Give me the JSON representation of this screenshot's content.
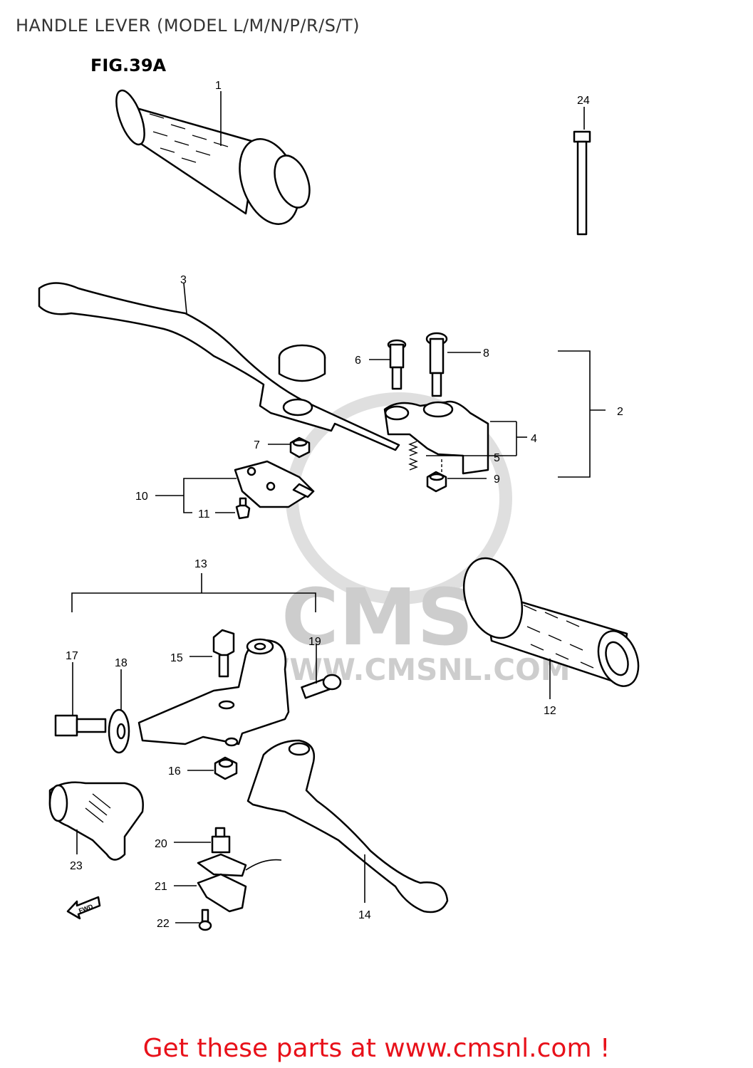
{
  "title": "HANDLE LEVER (MODEL L/M/N/P/R/S/T)",
  "figure_label": "FIG.39A",
  "watermark": {
    "brand": "CMS",
    "url": "WWW.CMSNL.COM"
  },
  "fwd_label": "FWD",
  "callouts": {
    "c1": "1",
    "c2": "2",
    "c3": "3",
    "c4": "4",
    "c5": "5",
    "c6": "6",
    "c7": "7",
    "c8": "8",
    "c9": "9",
    "c10": "10",
    "c11": "11",
    "c12": "12",
    "c13": "13",
    "c14": "14",
    "c15": "15",
    "c16": "16",
    "c17": "17",
    "c18": "18",
    "c19": "19",
    "c20": "20",
    "c21": "21",
    "c22": "22",
    "c23": "23",
    "c24": "24"
  },
  "footer": {
    "text": "Get these parts at www.cmsnl.com !",
    "color": "#e8111a"
  }
}
